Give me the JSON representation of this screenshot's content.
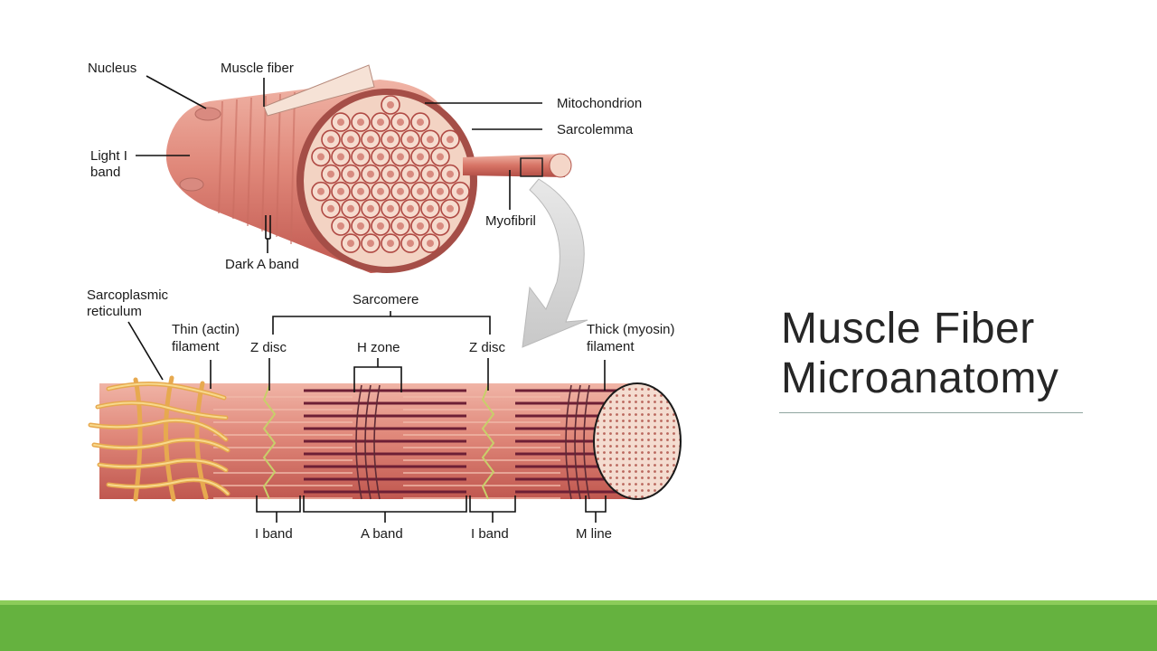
{
  "slide": {
    "title_line1": "Muscle Fiber",
    "title_line2": "Microanatomy"
  },
  "diagram": {
    "labels": {
      "nucleus": "Nucleus",
      "muscle_fiber": "Muscle fiber",
      "mitochondrion": "Mitochondrion",
      "sarcolemma": "Sarcolemma",
      "light_i_band_line1": "Light I",
      "light_i_band_line2": "band",
      "myofibril": "Myofibril",
      "dark_a_band": "Dark A band",
      "sarcoplasmic_line1": "Sarcoplasmic",
      "sarcoplasmic_line2": "reticulum",
      "sarcomere": "Sarcomere",
      "thin_line1": "Thin (actin)",
      "thin_line2": "filament",
      "z_disc_left": "Z disc",
      "h_zone": "H zone",
      "z_disc_right": "Z disc",
      "thick_line1": "Thick (myosin)",
      "thick_line2": "filament",
      "i_band_left": "I band",
      "a_band": "A band",
      "i_band_right": "I band",
      "m_line": "M line"
    }
  },
  "colors": {
    "fiber": "#e0887a",
    "fiber_dark": "#c65f55",
    "cross_section": "#f3d3c3",
    "myofibril_dot": "#d46e64",
    "reticulum": "#f2c36b",
    "accent_bar": "#65b23f"
  }
}
